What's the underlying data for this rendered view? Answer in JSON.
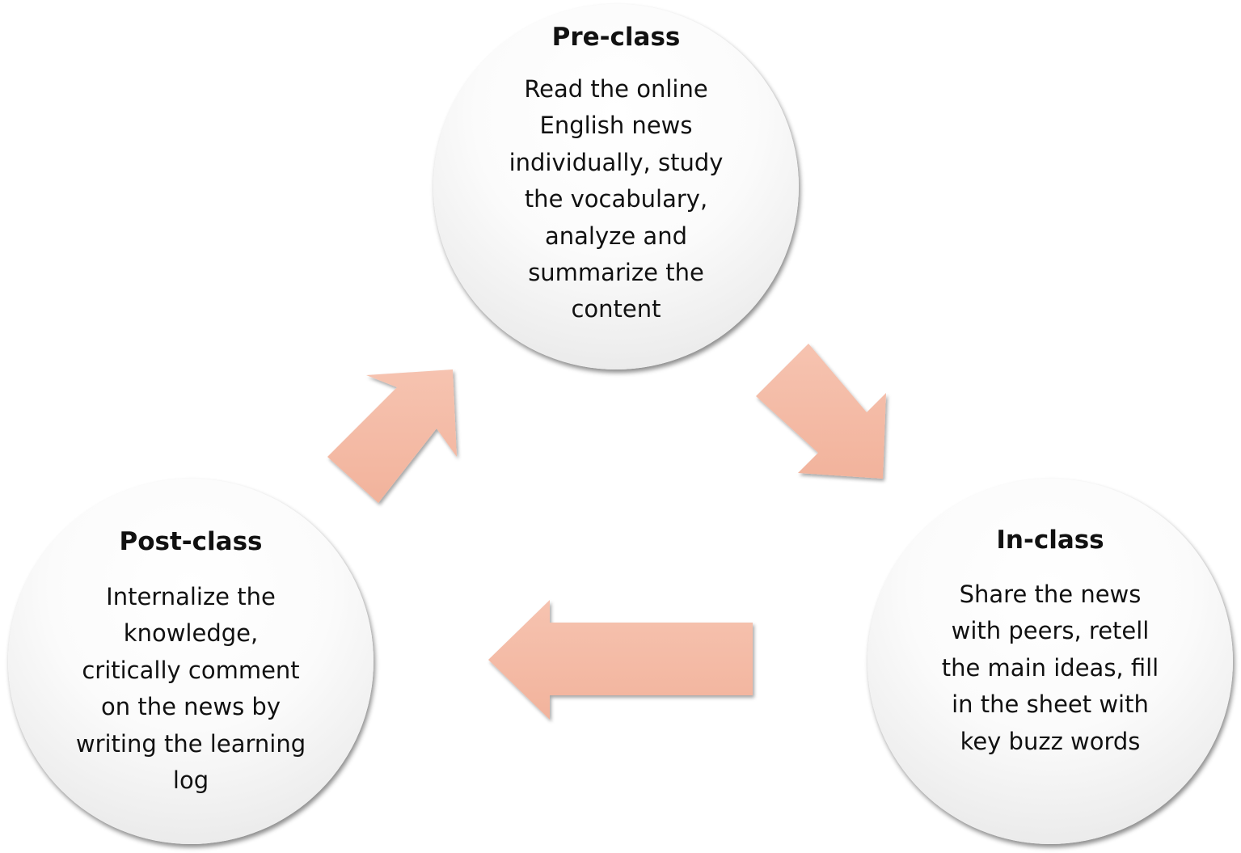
{
  "stages": {
    "pre_class": {
      "title": "Pre-class",
      "text": "Read the online\nEnglish news\nindividually, study\nthe vocabulary,\nanalyze  and\nsummarize the\ncontent"
    },
    "in_class": {
      "title": "In-class",
      "text": "Share the news\nwith peers, retell\nthe main ideas, fill\nin the sheet with\nkey buzz words"
    },
    "post_class": {
      "title": "Post-class",
      "text": "Internalize the\nknowledge,\ncritically comment\non the news by\nwriting the learning\nlog"
    }
  },
  "colors": {
    "arrow_fill": "#f4bba6",
    "circle_fill": "#f8f8f8",
    "text": "#111111"
  }
}
